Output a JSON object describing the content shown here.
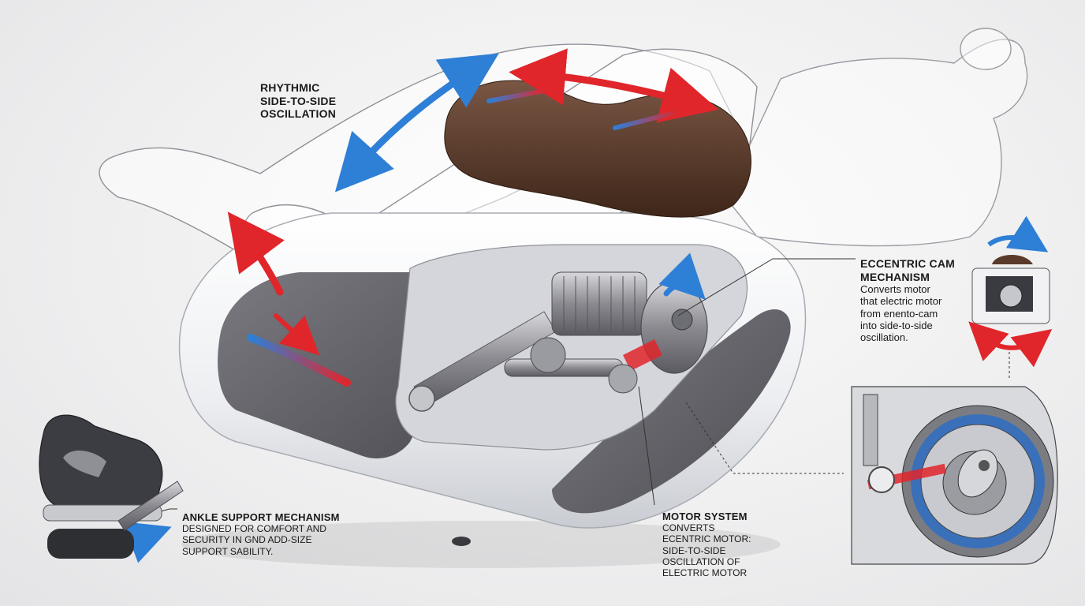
{
  "labels": {
    "oscillation": {
      "title_lines": [
        "RHYTHMIC",
        "SIDE-TO-SIDE",
        "OSCILLATION"
      ]
    },
    "cam": {
      "title_lines": [
        "ECCENTRIC CAM",
        "MECHANISM"
      ],
      "desc_lines": [
        "Converts motor",
        "that electric motor",
        "from enento-cam",
        "into side-to-side",
        "oscillation."
      ]
    },
    "ankle": {
      "title": "ANKLE SUPPORT MECHANISM",
      "desc_lines": [
        "DESIGNED FOR COMFORT AND",
        "SECURITY IN GND ADD-SIZE",
        "SUPPORT SABILITY."
      ]
    },
    "motor": {
      "title": "MOTOR SYSTEM",
      "desc_lines": [
        "CONVERTS",
        "ECENTRIC MOTOR:",
        "SIDE-TO-SIDE",
        "OSCILLATION OF",
        "ELECTRIC MOTOR"
      ]
    }
  },
  "colors": {
    "arrow_blue": "#2e7fd6",
    "arrow_red": "#e0262b",
    "cushion": "#5a3a2a",
    "device_body": "#f4f4f6",
    "device_panel": "#6c6c72"
  }
}
